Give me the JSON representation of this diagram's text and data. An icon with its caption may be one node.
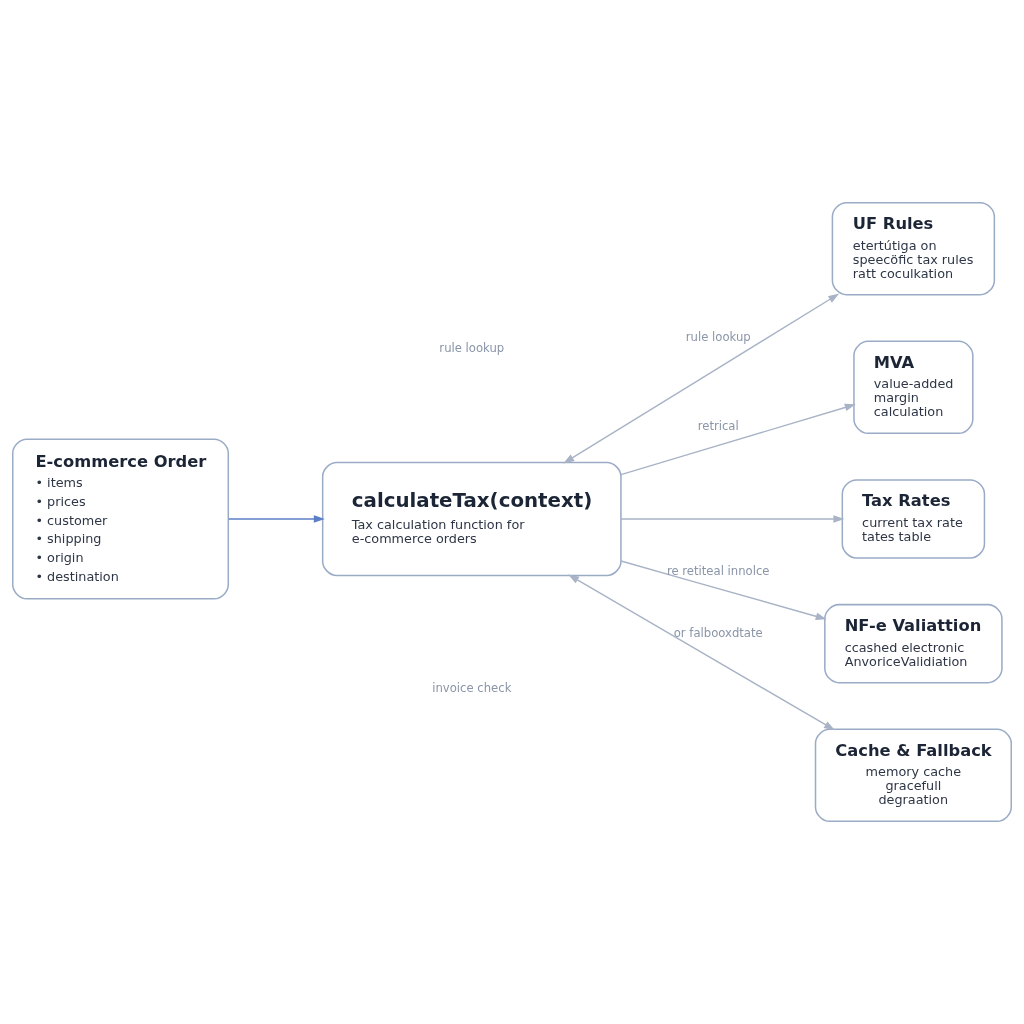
{
  "diagram": {
    "nodes": [
      {
        "text": [
          "E-commerce Order",
          "• items",
          "• prices",
          "• customer",
          "• shipping",
          "• origin",
          "• destination"
        ]
      },
      {
        "text": [
          "calculateTax(context)",
          "Tax calculation function for e-commerce orders"
        ]
      },
      {
        "text": [
          "UF Rules",
          "etertútiga on speecöfic tax rules ratt coculkation"
        ]
      },
      {
        "text": [
          "MVA",
          "value-added margin calculation"
        ]
      },
      {
        "text": [
          "Tax Rates",
          "current tax rate tates table"
        ]
      },
      {
        "text": [
          "NF-e Valiattion",
          "ccashed electronic AnvoriceValidiation"
        ]
      },
      {
        "text": [
          "Cache & Fallback",
          "memory cache gracefull degraation"
        ]
      }
    ],
    "edges": [
      {
        "from": 0,
        "to": 1,
        "arrow": "to",
        "color": "#5b7fc7"
      },
      {
        "from": 1,
        "to": 2,
        "arrow": "both",
        "label": "rule lookup"
      },
      {
        "from": 1,
        "to": 3,
        "arrow": "to",
        "label": "retrical"
      },
      {
        "from": 1,
        "to": 4,
        "arrow": "to"
      },
      {
        "from": 1,
        "to": 5,
        "arrow": "to",
        "label": "re retiteal innolce"
      },
      {
        "from": 1,
        "to": 6,
        "arrow": "both",
        "label": "or falbooxdtate"
      }
    ],
    "labels": [
      "rule lookup",
      "invoice check"
    ]
  }
}
